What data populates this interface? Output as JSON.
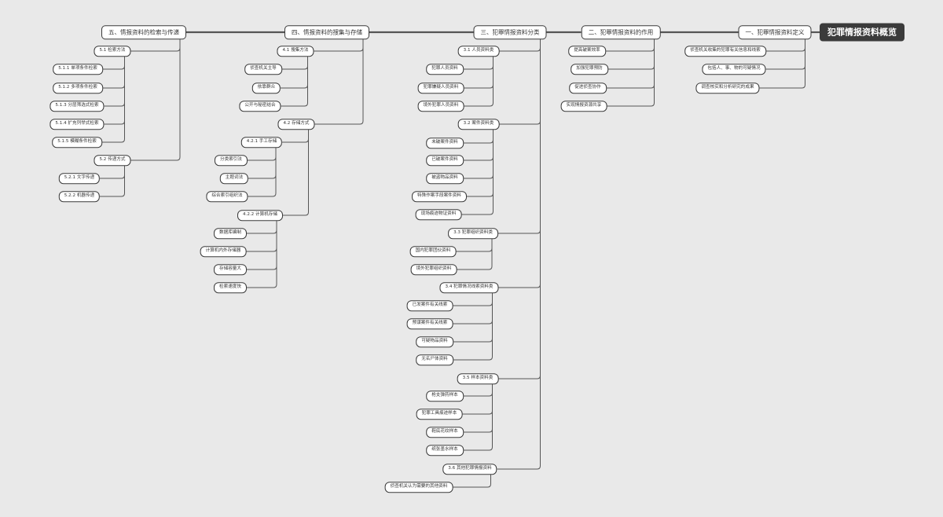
{
  "root": {
    "id": "root",
    "label": "犯罪情报资料概览"
  },
  "branches": [
    {
      "id": "b1",
      "label": "一、犯罪情报资料定义",
      "children": [
        {
          "id": "b1l1",
          "label": "侦查机关收集的犯罪有关信息和线索"
        },
        {
          "id": "b1l2",
          "label": "包括人、事、物的可疑情况"
        },
        {
          "id": "b1l3",
          "label": "调查核实和分析研究的成果"
        }
      ]
    },
    {
      "id": "b2",
      "label": "二、犯罪情报资料的作用",
      "children": [
        {
          "id": "b2l1",
          "label": "提高破案效率"
        },
        {
          "id": "b2l2",
          "label": "加强犯罪预防"
        },
        {
          "id": "b2l3",
          "label": "促进侦查协作"
        },
        {
          "id": "b2l4",
          "label": "实现情报资源共享"
        }
      ]
    },
    {
      "id": "b3",
      "label": "三、犯罪情报资料分类",
      "children": [
        {
          "id": "b31",
          "label": "3.1 人员资料类",
          "children": [
            {
              "id": "b31a",
              "label": "犯罪人员资料"
            },
            {
              "id": "b31b",
              "label": "犯罪嫌疑人员资料"
            },
            {
              "id": "b31c",
              "label": "境外犯罪人员资料"
            }
          ]
        },
        {
          "id": "b32",
          "label": "3.2 案件资料类",
          "children": [
            {
              "id": "b32a",
              "label": "未破案件资料"
            },
            {
              "id": "b32b",
              "label": "已破案件资料"
            },
            {
              "id": "b32c",
              "label": "被盗物品资料"
            },
            {
              "id": "b32d",
              "label": "特殊作案手段案件资料"
            },
            {
              "id": "b32e",
              "label": "现场痕迹物证资料"
            }
          ]
        },
        {
          "id": "b33",
          "label": "3.3 犯罪组织资料类",
          "children": [
            {
              "id": "b33a",
              "label": "国内犯罪团伙资料"
            },
            {
              "id": "b33b",
              "label": "境外犯罪组织资料"
            }
          ]
        },
        {
          "id": "b34",
          "label": "3.4 犯罪情况线索资料类",
          "children": [
            {
              "id": "b34a",
              "label": "已发案件有关线索"
            },
            {
              "id": "b34b",
              "label": "预谋案件有关线索"
            },
            {
              "id": "b34c",
              "label": "可疑物品资料"
            },
            {
              "id": "b34d",
              "label": "无名尸体资料"
            }
          ]
        },
        {
          "id": "b35",
          "label": "3.5 样本资料类",
          "children": [
            {
              "id": "b35a",
              "label": "枪支弹药样本"
            },
            {
              "id": "b35b",
              "label": "犯罪工具痕迹样本"
            },
            {
              "id": "b35c",
              "label": "鞋底花纹样本"
            },
            {
              "id": "b35d",
              "label": "纸张墨水样本"
            }
          ]
        },
        {
          "id": "b36",
          "label": "3.6 其他犯罪情报资料",
          "children": [
            {
              "id": "b36a",
              "label": "侦查机关认为需要的其他资料"
            }
          ]
        }
      ]
    },
    {
      "id": "b4",
      "label": "四、情报资料的搜集与存储",
      "children": [
        {
          "id": "b41",
          "label": "4.1 搜集方法",
          "children": [
            {
              "id": "b41a",
              "label": "侦查机关主导"
            },
            {
              "id": "b41b",
              "label": "依靠群众"
            },
            {
              "id": "b41c",
              "label": "公开与秘密结合"
            }
          ]
        },
        {
          "id": "b42",
          "label": "4.2 存储方式",
          "children": [
            {
              "id": "b421",
              "label": "4.2.1 手工存储",
              "children": [
                {
                  "id": "b421a",
                  "label": "分类索引法"
                },
                {
                  "id": "b421b",
                  "label": "主题词法"
                },
                {
                  "id": "b421c",
                  "label": "综合索引组织法"
                }
              ]
            },
            {
              "id": "b422",
              "label": "4.2.2 计算机存储",
              "children": [
                {
                  "id": "b422a",
                  "label": "数据库编制"
                },
                {
                  "id": "b422b",
                  "label": "计算机内外存储器"
                },
                {
                  "id": "b422c",
                  "label": "存储容量大"
                },
                {
                  "id": "b422d",
                  "label": "检索速度快"
                }
              ]
            }
          ]
        }
      ]
    },
    {
      "id": "b5",
      "label": "五、情报资料的检索与传递",
      "children": [
        {
          "id": "b51",
          "label": "5.1 检索方法",
          "children": [
            {
              "id": "b51a",
              "label": "5.1.1 单项条件检索"
            },
            {
              "id": "b51b",
              "label": "5.1.2 多项条件检索"
            },
            {
              "id": "b51c",
              "label": "5.1.3 分层筛选式检索"
            },
            {
              "id": "b51d",
              "label": "5.1.4 扩充列举式检索"
            },
            {
              "id": "b51e",
              "label": "5.1.5 模糊条件检索"
            }
          ]
        },
        {
          "id": "b52",
          "label": "5.2 传递方式",
          "children": [
            {
              "id": "b52a",
              "label": "5.2.1 文字传递"
            },
            {
              "id": "b52b",
              "label": "5.2.2 机器传递"
            }
          ]
        }
      ]
    }
  ]
}
